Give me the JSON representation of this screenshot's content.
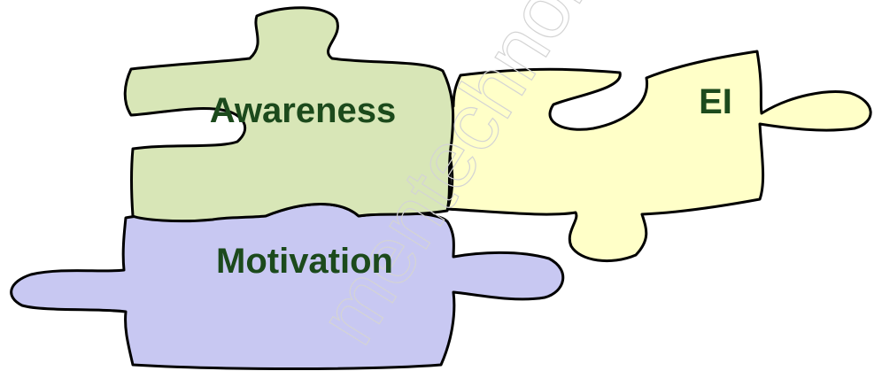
{
  "pieces": {
    "awareness": {
      "label": "Awareness",
      "fill": "#d8e6b7"
    },
    "ei": {
      "label": "EI",
      "fill": "#ffffc8"
    },
    "motivation": {
      "label": "Motivation",
      "fill": "#c8c8f2"
    }
  },
  "watermark": {
    "text": "mentechnolo"
  }
}
